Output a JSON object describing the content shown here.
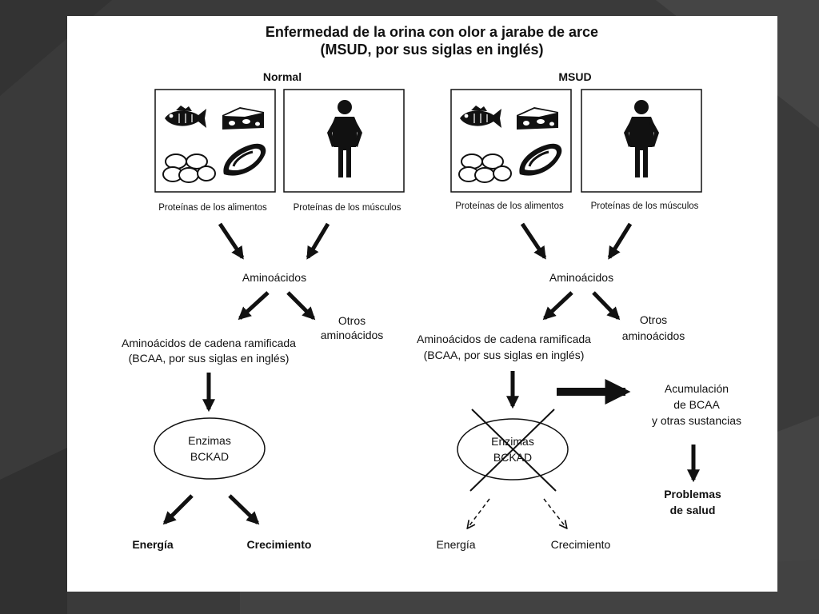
{
  "title": {
    "line1": "Enfermedad de la orina con olor a jarabe de arce",
    "line2": "(MSUD, por sus siglas en inglés)"
  },
  "normal": {
    "heading": "Normal",
    "food_caption": "Proteínas de los alimentos",
    "muscle_caption": "Proteínas de los músculos",
    "amino": "Aminoácidos",
    "others_1": "Otros",
    "others_2": "aminoácidos",
    "bcaa_1": "Aminoácidos de cadena ramificada",
    "bcaa_2": "(BCAA, por sus siglas en inglés)",
    "enzyme_1": "Enzimas",
    "enzyme_2": "BCKAD",
    "energy": "Energía",
    "growth": "Crecimiento"
  },
  "msud": {
    "heading": "MSUD",
    "food_caption": "Proteínas de los alimentos",
    "muscle_caption": "Proteínas de los músculos",
    "amino": "Aminoácidos",
    "others_1": "Otros",
    "others_2": "aminoácidos",
    "bcaa_1": "Aminoácidos de cadena ramificada",
    "bcaa_2": "(BCAA, por sus siglas en inglés)",
    "enzyme_1": "Enzimas",
    "enzyme_2": "BCKAD",
    "energy": "Energía",
    "growth": "Crecimiento",
    "accum_1": "Acumulación",
    "accum_2": "de BCAA",
    "accum_3": "y otras sustancias",
    "problems_1": "Problemas",
    "problems_2": "de salud"
  },
  "icons": [
    "fish-icon",
    "cheese-icon",
    "eggs-icon",
    "meat-icon",
    "person-icon"
  ],
  "colors": {
    "background": "#3a3a3a",
    "slide": "#ffffff",
    "ink": "#111111"
  }
}
